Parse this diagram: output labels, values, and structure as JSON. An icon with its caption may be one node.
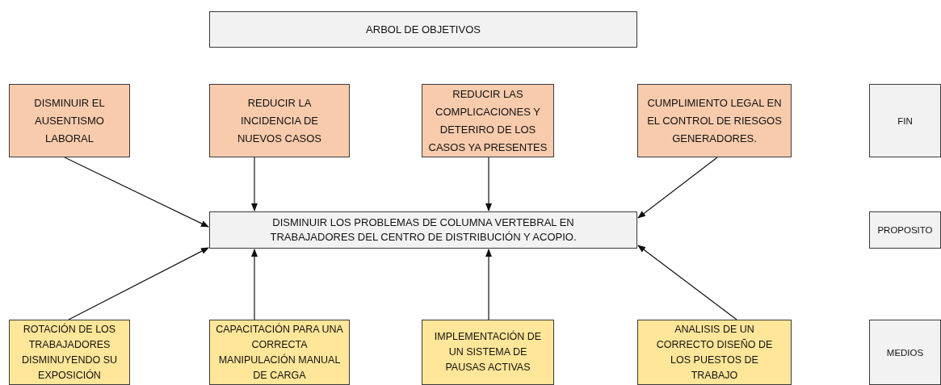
{
  "diagram": {
    "nodes": [
      {
        "text": [
          "ARBOL DE OBJETIVOS"
        ]
      },
      {
        "text": [
          "DISMINUIR EL AUSENTISMO LABORAL"
        ]
      },
      {
        "text": [
          "REDUCIR LA INCIDENCIA DE NUEVOS CASOS"
        ]
      },
      {
        "text": [
          "REDUCIR LAS COMPLICACIONES Y DETERIRO DE LOS CASOS YA PRESENTES"
        ]
      },
      {
        "text": [
          "CUMPLIMIENTO LEGAL EN EL CONTROL DE RIESGOS GENERADORES."
        ]
      },
      {
        "text": [
          "DISMINUIR LOS PROBLEMAS DE COLUMNA VERTEBRAL EN TRABAJADORES DEL CENTRO DE DISTRIBUCIÓN Y ACOPIO."
        ]
      },
      {
        "text": [
          "ROTACIÓN DE LOS TRABAJADORES DISMINUYENDO SU EXPOSICIÓN"
        ]
      },
      {
        "text": [
          "CAPACITACIÓN PARA UNA CORRECTA MANIPULACIÓN MANUAL DE CARGA"
        ]
      },
      {
        "text": [
          "IMPLEMENTACIÓN DE UN SISTEMA DE PAUSAS ACTIVAS"
        ]
      },
      {
        "text": [
          "ANALISIS DE UN CORRECTO DISEÑO DE LOS PUESTOS DE TRABAJO"
        ]
      },
      {
        "text": [
          "FIN"
        ]
      },
      {
        "text": [
          "PROPOSITO"
        ]
      },
      {
        "text": [
          "MEDIOS"
        ]
      }
    ],
    "edges": [
      {
        "from": 1,
        "to": 5,
        "arrow": "to"
      },
      {
        "from": 2,
        "to": 5,
        "arrow": "to"
      },
      {
        "from": 3,
        "to": 5,
        "arrow": "to"
      },
      {
        "from": 4,
        "to": 5,
        "arrow": "to"
      },
      {
        "from": 6,
        "to": 5,
        "arrow": "to"
      },
      {
        "from": 7,
        "to": 5,
        "arrow": "to"
      },
      {
        "from": 8,
        "to": 5,
        "arrow": "to"
      },
      {
        "from": 9,
        "to": 5,
        "arrow": "to"
      }
    ]
  }
}
